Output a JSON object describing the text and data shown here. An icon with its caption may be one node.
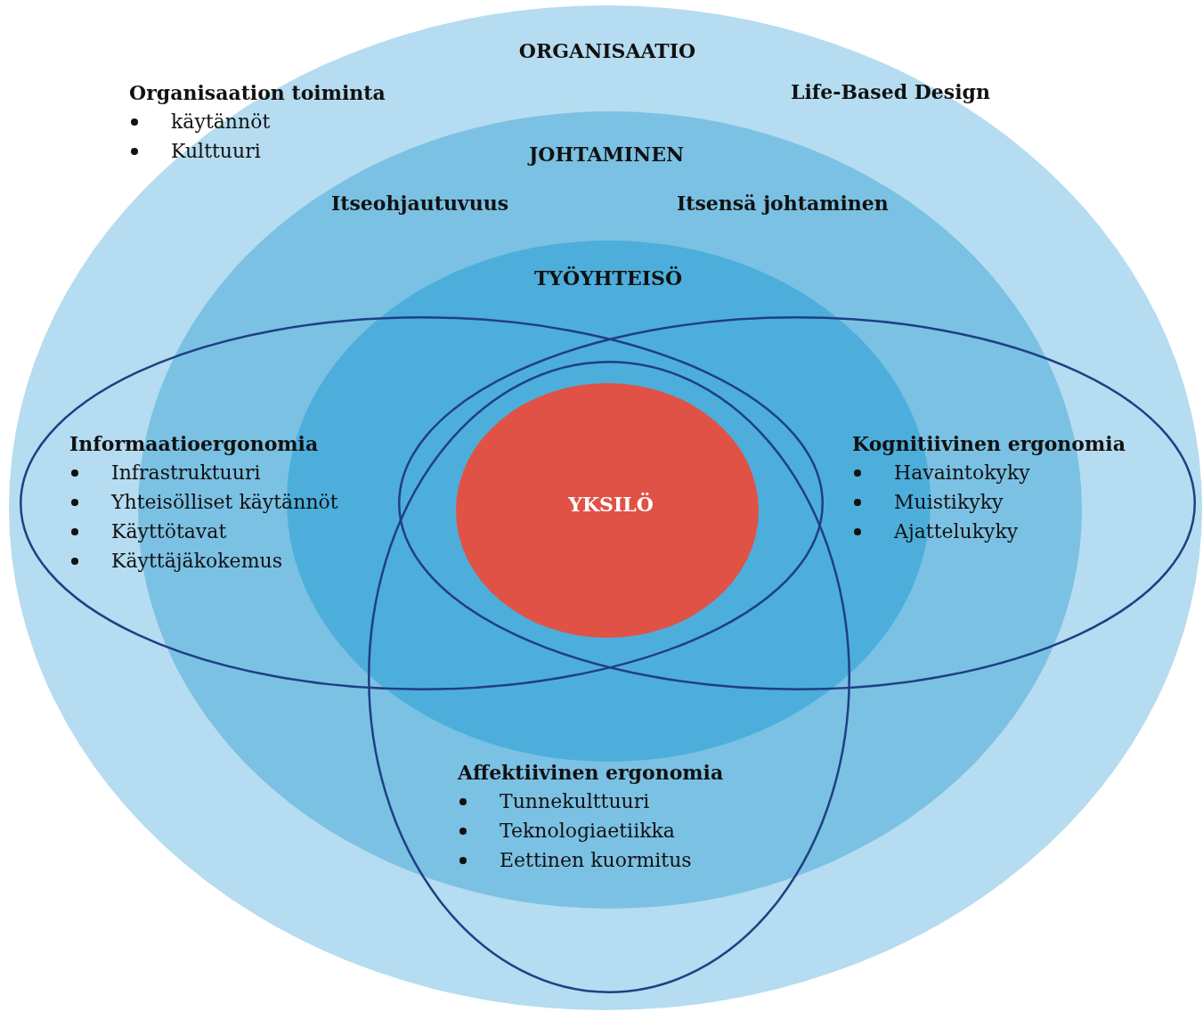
{
  "diagram": {
    "nodes": [
      {
        "text": [
          "ORGANISAATIO",
          "Organisaation toiminta",
          "Life-Based Design",
          "käytännöt",
          "Kulttuuri"
        ]
      },
      {
        "text": [
          "JOHTAMINEN",
          "Itseohjautuvuus",
          "Itsensä johtaminen"
        ],
        "in": 0
      },
      {
        "text": [
          "TYÖYHTEISÖ"
        ],
        "in": 1
      },
      {
        "text": [
          "YKSILÖ"
        ]
      },
      {
        "text": [
          "Informaatioergonomia",
          "Infrastruktuuri",
          "Yhteisölliset käytännöt",
          "Käyttötavat",
          "Käyttäjäkokemus"
        ],
        "in": 0
      },
      {
        "text": [
          "Kognitiivinen ergonomia",
          "Havaintokyky",
          "Muistikyky",
          "Ajattelukyky"
        ],
        "in": 0
      },
      {
        "text": [
          "Affektiivinen ergonomia",
          "Tunnekulttuuri",
          "Teknologiaetiikka",
          "Eettinen kuormitus"
        ],
        "in": 0
      }
    ],
    "edges": []
  }
}
